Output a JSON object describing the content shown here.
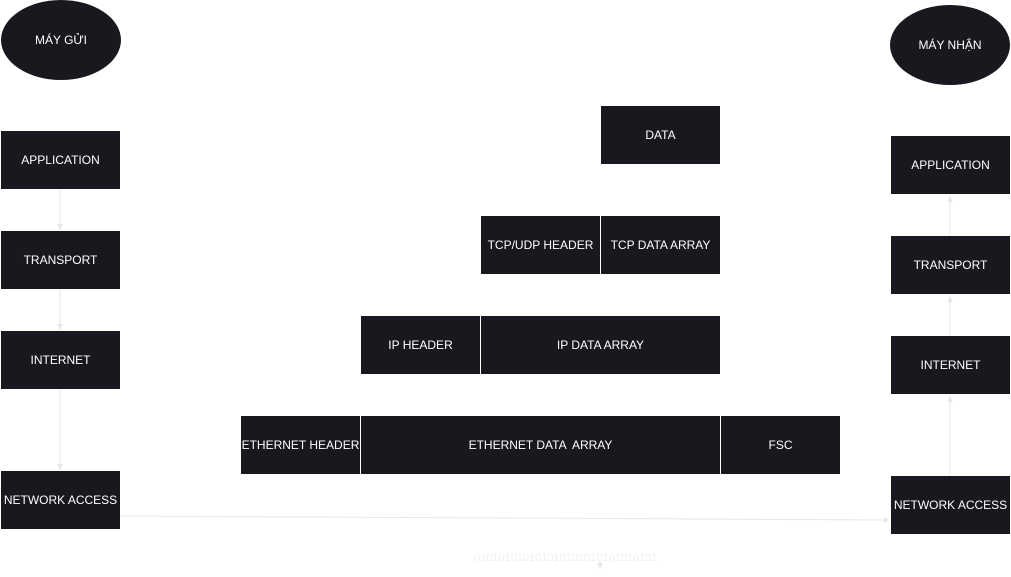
{
  "sender": {
    "title": "MÁY GỬI",
    "layers": [
      "APPLICATION",
      "TRANSPORT",
      "INTERNET",
      "NETWORK ACCESS"
    ]
  },
  "receiver": {
    "title": "MÁY NHẬN",
    "layers": [
      "APPLICATION",
      "TRANSPORT",
      "INTERNET",
      "NETWORK ACCESS"
    ]
  },
  "encapsulation": {
    "data": "DATA",
    "transport": {
      "header": "TCP/UDP HEADER",
      "payload": "TCP DATA ARRAY"
    },
    "internet": {
      "header": "IP HEADER",
      "payload": "IP DATA ARRAY"
    },
    "link": {
      "header": "ETHERNET HEADER",
      "payload": "ETHERNET DATA  ARRAY",
      "trailer": "FSC"
    }
  },
  "bitstream": "010101010101010101010101010101",
  "colors": {
    "box_fill": "#1a171e",
    "box_text": "#ffffff",
    "connector": "#e6e6e6"
  }
}
